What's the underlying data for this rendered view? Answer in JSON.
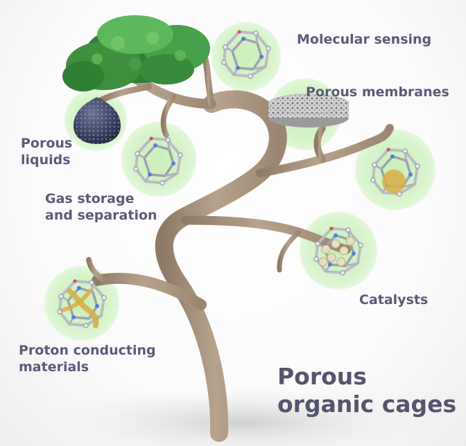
{
  "labels": {
    "molecular_sensing": "Molecular sensing",
    "porous_membranes": "Porous membranes",
    "porous_liquids": [
      "Porous",
      "liquids"
    ],
    "gas_storage": [
      "Gas storage",
      "and separation"
    ],
    "catalysts": "Catalysts",
    "proton_conducting": [
      "Proton conducting",
      "materials"
    ]
  },
  "title": [
    "Porous",
    "organic cages"
  ],
  "icons": [
    "tree-foliage",
    "porous-liquid-droplet",
    "cage-molecule",
    "porous-membrane-disc",
    "catalyst-cage",
    "proton-channel-cage"
  ],
  "colors": {
    "trunk": "#b09a84",
    "halo": "#d4f2c8",
    "foliage": "#3f8f3f",
    "text": "#5a5a78",
    "droplet": "#3c4468",
    "cage_gold": "#d7ae45"
  }
}
